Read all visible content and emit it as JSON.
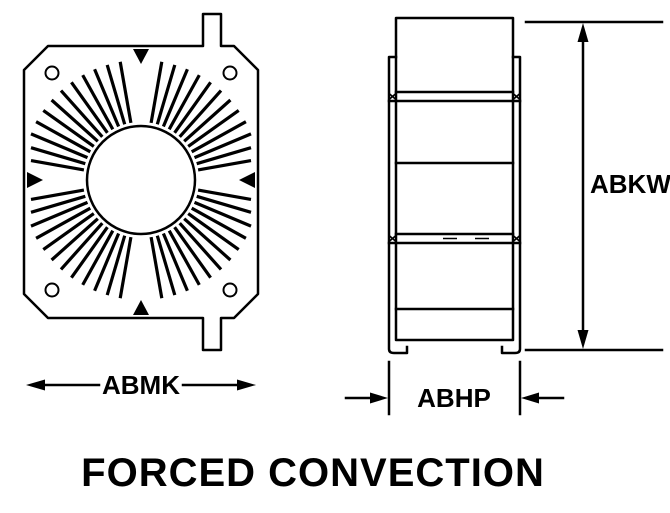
{
  "title": "FORCED CONVECTION",
  "dimension_labels": {
    "front_width": "ABMK",
    "side_height": "ABKW",
    "side_depth": "ABHP"
  },
  "colors": {
    "line": "#000000",
    "background": "#ffffff"
  },
  "diagram": {
    "type": "technical-drawing",
    "views": [
      "front",
      "side"
    ],
    "fins": {
      "quadrants": 4,
      "per_quadrant": 12,
      "start_deg": 10,
      "span_deg": 70
    }
  }
}
